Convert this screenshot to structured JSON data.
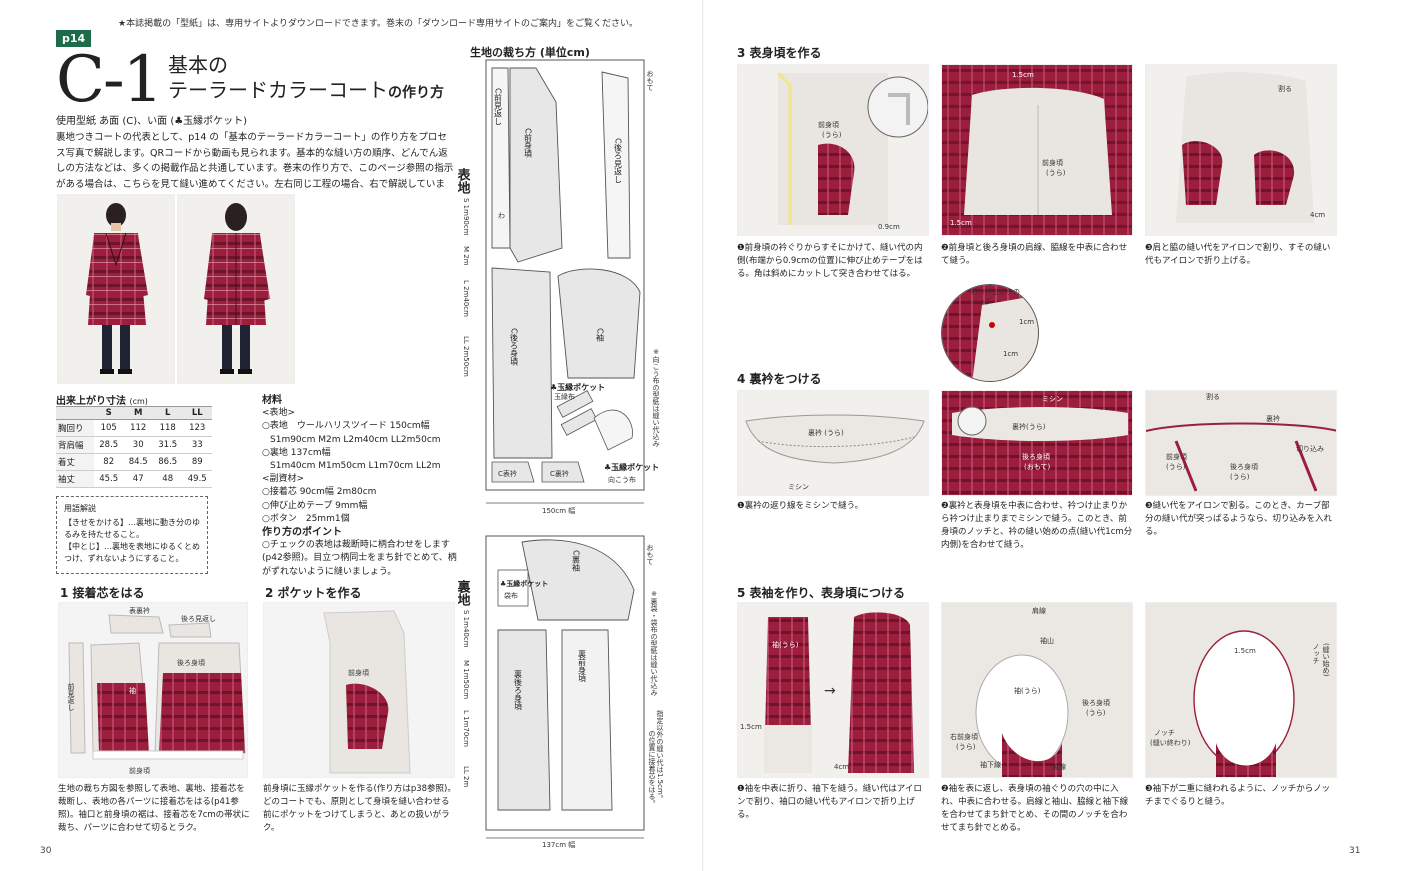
{
  "top_note": "★本誌掲載の「型紙」は、専用サイトよりダウンロードできます。巻末の「ダウンロード専用サイトのご案内」をご覧ください。",
  "page_tag": "p14",
  "title_code": "C-1",
  "title_line1": "基本の",
  "title_line2": "テーラードカラーコート",
  "title_suffix": "の作り方",
  "pattern_use": "使用型紙 あ面 (C)、い面 (♣玉縁ポケット)",
  "intro": "裏地つきコートの代表として、p14 の「基本のテーラードカラーコート」の作り方をプロセス写真で解説します。QRコードから動画も見られます。基本的な縫い方の順序、どんでん返しの方法などは、多くの掲載作品と共通しています。巻末の作り方で、このページ参照の指示がある場合は、こちらを見て縫い進めてください。左右同じ工程の場合、右で解説しています。",
  "size_table": {
    "title": "出来上がり寸法",
    "unit": "(cm)",
    "headers": [
      "",
      "S",
      "M",
      "L",
      "LL"
    ],
    "rows": [
      [
        "胸回り",
        "105",
        "112",
        "118",
        "123"
      ],
      [
        "背肩幅",
        "28.5",
        "30",
        "31.5",
        "33"
      ],
      [
        "着丈",
        "82",
        "84.5",
        "86.5",
        "89"
      ],
      [
        "袖丈",
        "45.5",
        "47",
        "48",
        "49.5"
      ]
    ]
  },
  "materials": {
    "title": "材料",
    "lines": [
      "<表地>",
      "○表地　ウールハリスツイード 150cm幅",
      "S1m90cm  M2m  L2m40cm  LL2m50cm",
      "○裏地 137cm幅",
      "S1m40cm  M1m50cm  L1m70cm  LL2m",
      "<副資材>",
      "○接着芯 90cm幅 2m80cm",
      "○伸び止めテープ 9mm幅",
      "○ボタン　25mm1個"
    ]
  },
  "glossary": {
    "title": "用語解説",
    "lines": [
      "【きせをかける】…裏地に動き分のゆるみを持たせること。",
      "【中とじ】…裏地を表地にゆるくとめつけ、ずれないようにすること。"
    ]
  },
  "points": {
    "title": "作り方のポイント",
    "text": "○チェックの表地は裁断時に柄合わせをします(p42参照)。目立つ柄同士をまち針でとめて、柄がずれないように縫いましょう。"
  },
  "cutting": {
    "title": "生地の裁ち方 (単位cm)",
    "outer_label": "表地",
    "outer_sizes": [
      "S 1m90cm",
      "M 2m",
      "L 2m40cm",
      "LL 2m50cm"
    ],
    "outer_width": "150cm 幅",
    "lining_label": "裏地",
    "lining_sizes": [
      "S 1m40cm",
      "M 1m50cm",
      "L 1m70cm",
      "LL 2m"
    ],
    "lining_width": "137cm 幅",
    "fold": "わ",
    "face": "おもて",
    "note1": "※向こう布の型紙は縫い代込み",
    "note2": "※裏袋・袋布の型紙は縫い代込み",
    "note3": "指定以外の縫い代は1.5cm。",
    "note4": "の位置に接着芯をはる。",
    "parts": {
      "front": "C前身頃",
      "facing": "C前見返し",
      "back": "C後ろ身頃",
      "sleeve": "C袖",
      "back_facing": "C後ろ見返し",
      "collar_top": "C表衿",
      "collar_under": "C裏衿",
      "pocket1": "♣玉縁ポケット",
      "pocket_piping": "玉縁布",
      "pocket2": "♣玉縁ポケット",
      "pocket_bag": "向こう布",
      "lining_sleeve": "C裏袖",
      "lining_front": "裏前身頃",
      "lining_back": "裏後ろ身頃",
      "lining_pocket": "♣玉縁ポケット",
      "lining_bag": "袋布"
    }
  },
  "steps": [
    {
      "title": "1 接着芯をはる",
      "text": "生地の裁ち方図を参照して表地、裏地、接着芯を裁断し、表地の各パーツに接着芯をはる(p41参照)。袖口と前身頃の裾は、接着芯を7cmの帯状に裁ち、パーツに合わせて切るとラク。"
    },
    {
      "title": "2 ポケットを作る",
      "text": "前身頃に玉縁ポケットを作る(作り方はp38参照)。どのコートでも、原則として身頃を縫い合わせる前にポケットをつけてしまうと、あとの扱いがラク。"
    },
    {
      "title": "3 表身頃を作る"
    },
    {
      "title": "4 裏衿をつける"
    },
    {
      "title": "5 表袖を作り、表身頃につける"
    }
  ],
  "photo_labels": {
    "s1": [
      "表裏衿",
      "後ろ見返し",
      "後ろ身頃",
      "袖",
      "前見返し",
      "前身頃"
    ],
    "s2": [
      "前身頃"
    ],
    "s3a": [
      "前身頃",
      "(うら)",
      "0.9cm"
    ],
    "s3b": [
      "1.5cm",
      "前身頃",
      "(うら)",
      "1.5cm"
    ],
    "s3c": [
      "割る",
      "4cm"
    ],
    "s3d": [
      "衿つけ止まりの",
      "ノッチ",
      "1cm",
      "1cm"
    ],
    "s4a": [
      "裏衿 (うら)",
      "ミシン"
    ],
    "s4b": [
      "ミシン",
      "裏衿(うら)",
      "後ろ身頃",
      "(おもて)"
    ],
    "s4c": [
      "割る",
      "裏衿",
      "前身頃",
      "(うら)",
      "後ろ身頃",
      "(うら)",
      "切り込み"
    ],
    "s5a": [
      "袖(うら)",
      "1.5cm",
      "4cm"
    ],
    "s5b": [
      "肩線",
      "袖山",
      "袖(うら)",
      "後ろ身頃",
      "(うら)",
      "右前身頃",
      "(うら)",
      "袖下線",
      "脇線"
    ],
    "s5c": [
      "1.5cm",
      "ノッチ",
      "(縫い始め)",
      "ノッチ",
      "(縫い終わり)"
    ]
  },
  "captions": {
    "c3a": "❶前身頃の衿ぐりからすそにかけて、縫い代の内側(布端から0.9cmの位置)に伸び止めテープをはる。角は斜めにカットして突き合わせてはる。",
    "c3b": "❷前身頃と後ろ身頃の肩線、脇線を中表に合わせて縫う。",
    "c3c": "❸肩と脇の縫い代をアイロンで割り、すその縫い代もアイロンで折り上げる。",
    "c4a": "❶裏衿の返り線をミシンで縫う。",
    "c4b": "❷裏衿と表身頃を中表に合わせ、衿つけ止まりから衿つけ止まりまでミシンで縫う。このとき、前身頃のノッチと、衿の縫い始めの点(縫い代1cm分内側)を合わせて縫う。",
    "c4c": "❸縫い代をアイロンで割る。このとき、カーブ部分の縫い代が突っぱるようなら、切り込みを入れる。",
    "c5a": "❶袖を中表に折り、袖下を縫う。縫い代はアイロンで割り、袖口の縫い代もアイロンで折り上げる。",
    "c5b": "❷袖を表に返し、表身頃の袖ぐりの穴の中に入れ、中表に合わせる。肩線と袖山、脇線と袖下線を合わせてまち針でとめ、その間のノッチを合わせてまち針でとめる。",
    "c5c": "❸袖下が二重に縫われるように、ノッチからノッチまでぐるりと縫う。"
  },
  "page_left": "30",
  "page_right": "31",
  "colors": {
    "plaid_red": "#9b1f3c",
    "plaid_dark": "#5a0f24",
    "accent_green": "#1e6b4a",
    "muslin": "#e9e6e2"
  }
}
